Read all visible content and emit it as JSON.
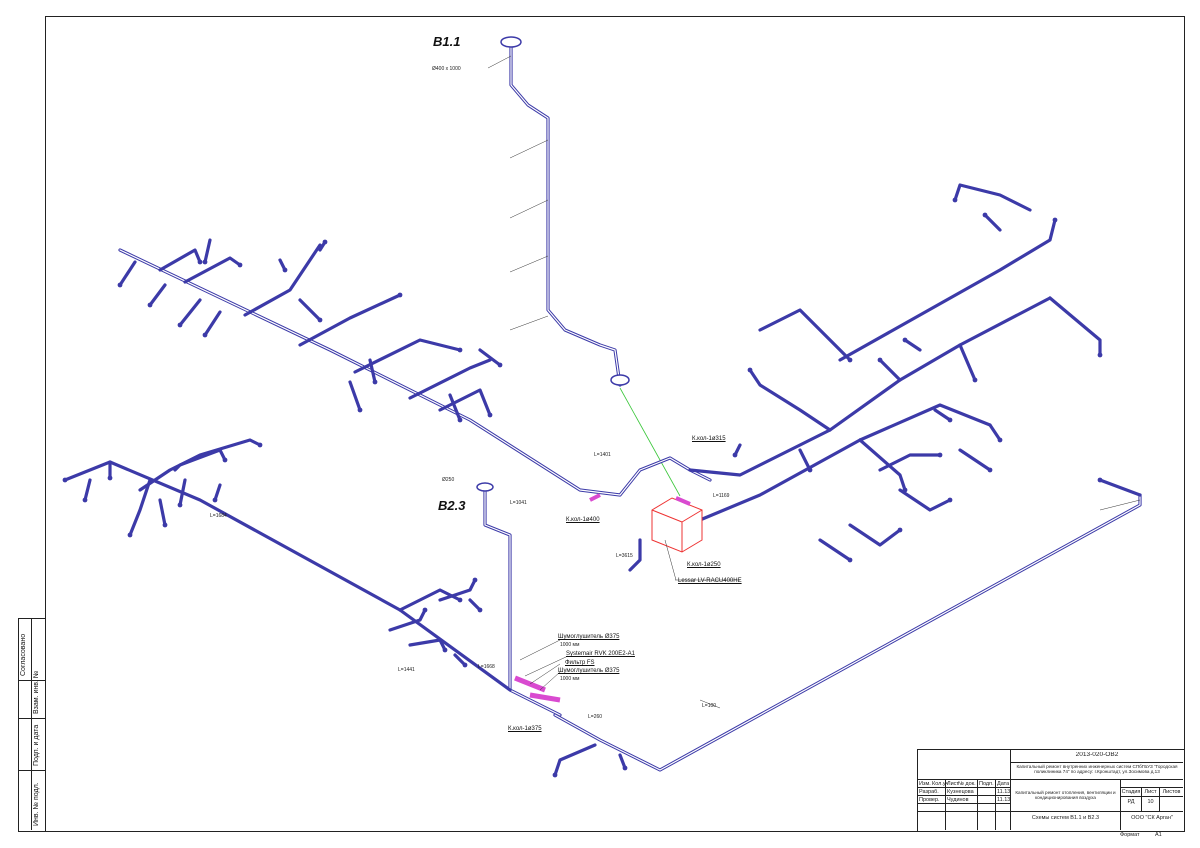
{
  "systems": {
    "b11": "B1.1",
    "b23": "B2.3"
  },
  "callouts": {
    "vent_unit": "Lessar LV-RACU400HE",
    "muffler1": "Шумоглушитель Ø375",
    "muffler1_len": "1000 мм",
    "fan": "Systemair RVK 200E2-A1",
    "filter": "Фильтр FS",
    "muffler2": "Шумоглушитель Ø375",
    "muffler2_len": "1000 мм",
    "kl1": "К.кол-1ø400",
    "kl2": "К.кол-1ø315",
    "kl3": "К.кол-1ø250",
    "kl4": "К.кол-1ø375"
  },
  "notes": {
    "top_b11": "Ø400 x 1000",
    "b23_top": "Ø250",
    "l1": "L=1401",
    "l2": "L=1169",
    "l3": "L=3615",
    "l4": "L=1041",
    "l5": "L=1668",
    "l6": "L=1441",
    "l7": "L=260",
    "l8": "L=100",
    "l9": "L=1684"
  },
  "left_strip": {
    "t1": "Согласовано",
    "t2": "Взам. инв. №",
    "t3": "Подп. и дата",
    "t4": "Инв. № подл."
  },
  "title_block": {
    "code": "2013-020-ОВ2",
    "desc": "Капитальный ремонт внутренних инженерных систем СПбГБУЗ \"Городская поликлиника 74\" по адресу: г.Кронштадт, ул.Зосимова д.13",
    "work": "Капитальный ремонт отопления, вентиляции и кондиционирования воздуха",
    "sheet_title": "Схемы систем В1.1 и В2.3",
    "company": "ООО \"СК Арган\"",
    "col_izm": "Изм.",
    "col_kol": "Кол.уч",
    "col_list": "Лист",
    "col_doc": "№ док.",
    "col_sign": "Подп.",
    "col_date": "Дата",
    "row_dev": "Разраб.",
    "row_dev_name": "Кузнецова",
    "row_dev_date": "11.13",
    "row_chk": "Провер.",
    "row_chk_name": "Чудинов",
    "row_chk_date": "11.13",
    "stage_h": "Стадия",
    "sheet_h": "Лист",
    "sheets_h": "Листов",
    "stage": "РД",
    "sheet": "10",
    "format_label": "Формат",
    "format": "А1"
  }
}
